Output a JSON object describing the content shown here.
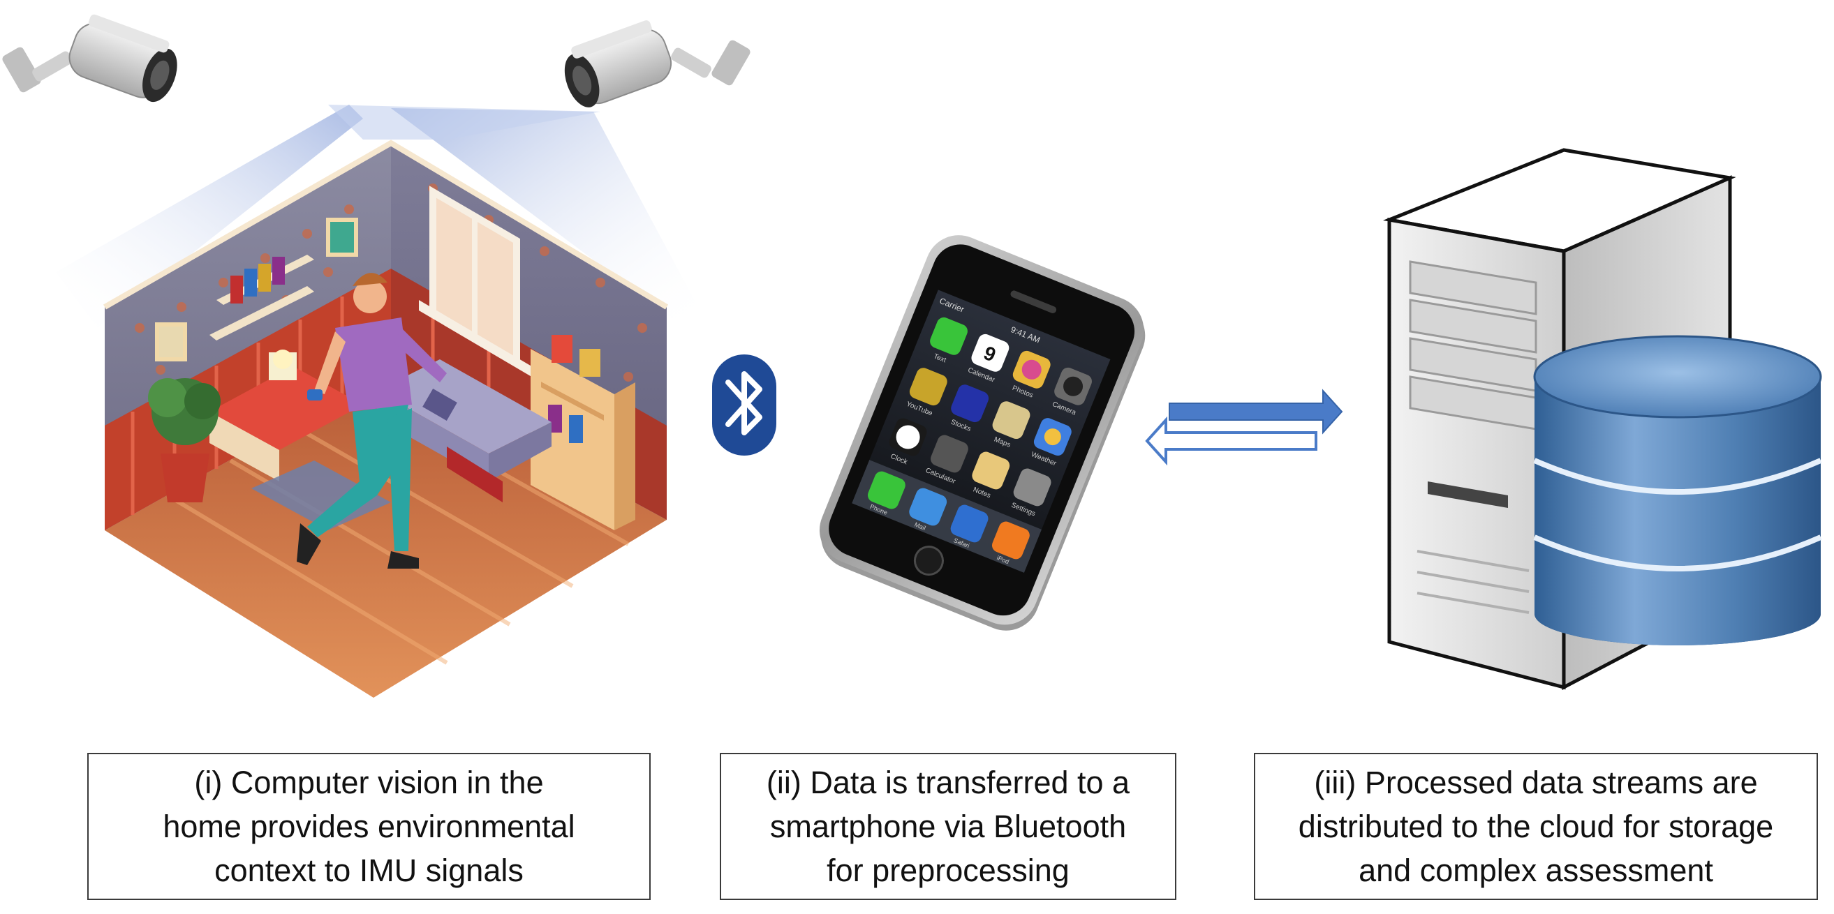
{
  "captions": {
    "step1": {
      "line1": "(i) Computer vision in the",
      "line2": "home provides environmental",
      "line3": "context to IMU signals"
    },
    "step2": {
      "line1": "(ii) Data is transferred to a",
      "line2": "smartphone via Bluetooth",
      "line3": "for preprocessing"
    },
    "step3": {
      "line1": "(iii) Processed data streams are",
      "line2": "distributed to the cloud for storage",
      "line3": "and complex assessment"
    }
  },
  "phone": {
    "carrier": "Carrier",
    "time": "9:41 AM",
    "calendar_day": "9",
    "app_labels": [
      "Text",
      "Calendar",
      "Photos",
      "Camera",
      "YouTube",
      "Stocks",
      "Maps",
      "Weather",
      "Clock",
      "Calculator",
      "Notes",
      "Settings"
    ],
    "dock_labels": [
      "Phone",
      "Mail",
      "Safari",
      "iPod"
    ]
  },
  "icons": {
    "camera_left": "security-camera-icon",
    "camera_right": "security-camera-icon",
    "bluetooth": "bluetooth-icon",
    "sync_arrows": "bidirectional-arrows-icon",
    "server": "server-tower-icon",
    "database": "database-cylinder-icon"
  },
  "colors": {
    "arrow_blue": "#4a7bc8",
    "bluetooth_blue": "#1f4a96",
    "database_blue": "#4f7fb3",
    "server_gray": "#d9d9d9",
    "room_floor": "#d8804a",
    "shirt_purple": "#a06ac0",
    "pants_teal": "#2aa5a2"
  }
}
